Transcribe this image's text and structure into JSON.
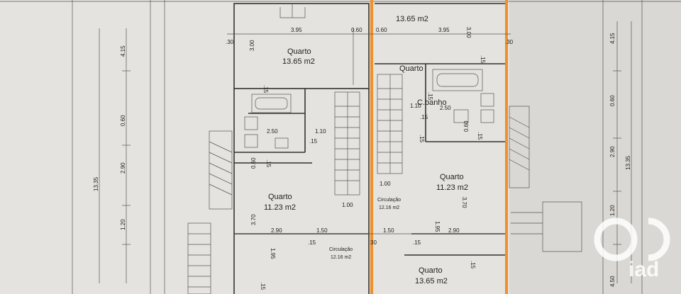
{
  "colors": {
    "paper": "#e4e3df",
    "line": "#333333",
    "highlight": "#f0902a",
    "watermark": "#ffffff"
  },
  "rooms": {
    "left_quarto_top": "Quarto",
    "left_quarto_top_area": "13.65 m2",
    "left_quarto_mid": "Quarto",
    "left_quarto_mid_area": "11.23 m2",
    "left_circ": "Circulação",
    "left_circ_area": "12.16 m2",
    "right_quarto_top_area": "13.65 m2",
    "right_quarto_top": "Quarto",
    "right_banho": "C.banho",
    "right_quarto_mid": "Quarto",
    "right_quarto_mid_area": "11.23 m2",
    "right_circ": "Circulação",
    "right_circ_area": "12.16 m2",
    "right_quarto_bottom": "Quarto",
    "right_quarto_bottom_area": "13.65 m2"
  },
  "dims": {
    "d_395_left": "3.95",
    "d_060_a": "0.60",
    "d_060_b": "0.60",
    "d_395_right": "3.95",
    "d_300_top": "3.00",
    "d_030_a": ".30",
    "d_030_b": ".30",
    "d_300_left": "3.00",
    "d_015_a": ".15",
    "d_250_a": "2.50",
    "d_110_a": "1.10",
    "d_015_b": ".15",
    "d_015_c": ".15",
    "d_060_c": "0.60",
    "d_100_a": "1.00",
    "d_370_a": "3.70",
    "d_290_a": "2.90",
    "d_150_a": "1.50",
    "d_150_b": "1.50",
    "d_195_a": "1.95",
    "d_015_d": ".15",
    "d_030_c": "30",
    "d_015_e": ".15",
    "d_110_b": "1.10",
    "d_250_b": "2.50",
    "d_015_f": ".15",
    "d_015_g": ".15",
    "d_060_d": "0.60",
    "d_100_b": "1.00",
    "d_370_b": "3.70",
    "d_195_b": "1.95",
    "d_290_b": "2.90",
    "d_015_h": ".15",
    "d_015_i": ".15",
    "d_015_j": ".15",
    "d_015_k": ".15",
    "d_015_l": ".15",
    "v_415_left": "4.15",
    "v_060_left": "0.60",
    "v_290_left": "2.90",
    "v_1335_left": "13.35",
    "v_120_left": "1.20",
    "v_415_right": "4.15",
    "v_060_right": "0.60",
    "v_290_right": "2.90",
    "v_1335_right": "13.35",
    "v_120_right": "1.20",
    "v_450_right": "4.50"
  },
  "watermark": {
    "logo": "iad"
  }
}
